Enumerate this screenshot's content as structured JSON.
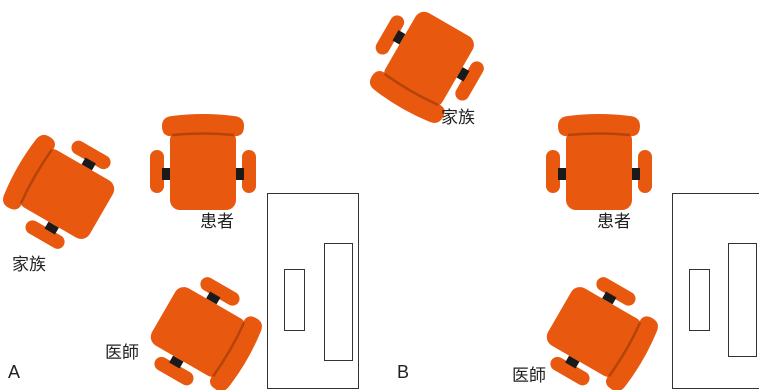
{
  "colors": {
    "chair": "#E8580E",
    "chair_seam": "#B5440A",
    "connector": "#1a1a1a",
    "desk_stroke": "#333333"
  },
  "labels": {
    "panel_a": "A",
    "panel_b": "B",
    "patient": "患者",
    "family": "家族",
    "doctor": "医師"
  }
}
